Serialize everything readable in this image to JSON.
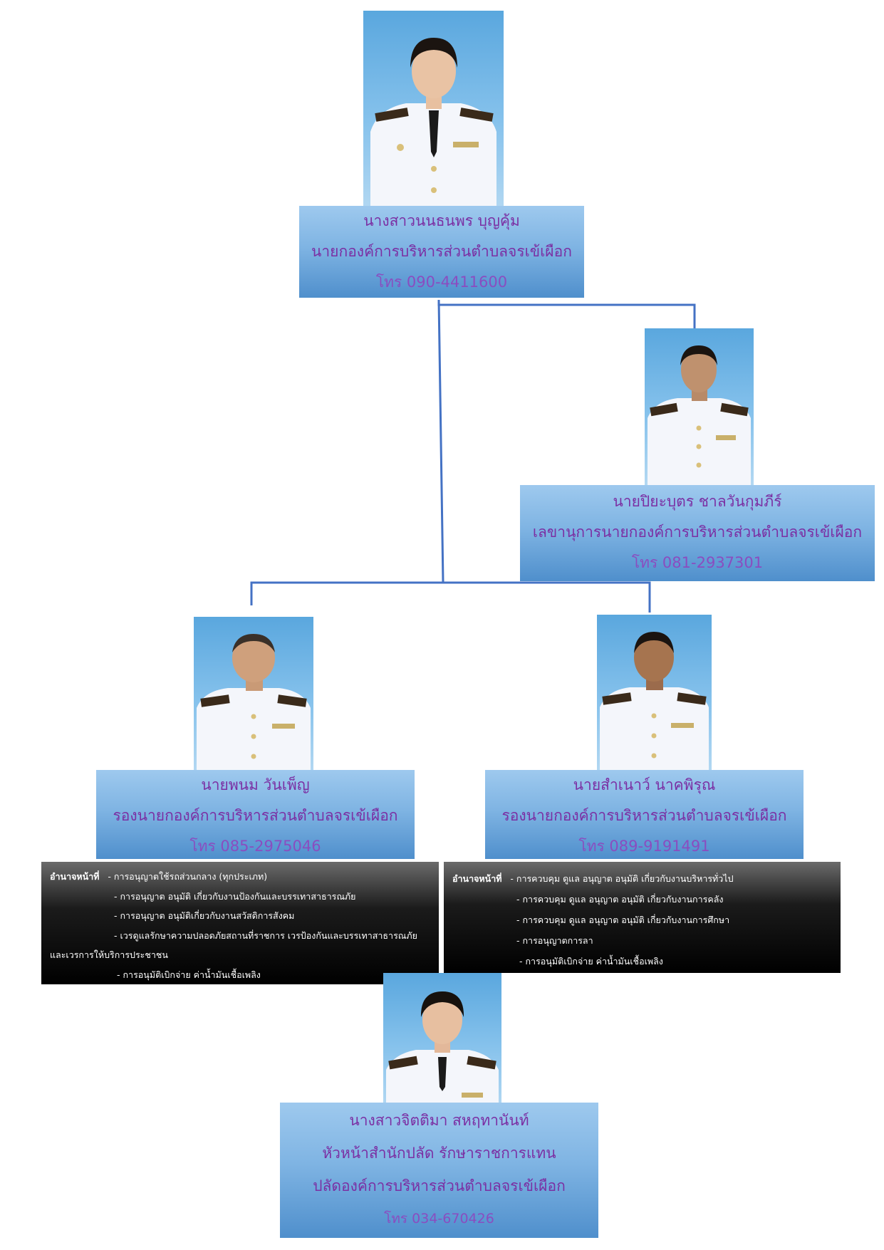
{
  "chief": {
    "name": "นางสาวนนธนพร บุญคุ้ม",
    "position": "นายกองค์การบริหารส่วนตำบลจรเข้เผือก",
    "phone": "โทร 090-4411600"
  },
  "secretary": {
    "name": "นายปิยะบุตร ชาลวันกุมภีร์",
    "position": "เลขานุการนายกองค์การบริหารส่วนตำบลจรเข้เผือก",
    "phone": "โทร 081-2937301"
  },
  "deputy_left": {
    "name": "นายพนม วันเพ็ญ",
    "position": "รองนายกองค์การบริหารส่วนตำบลจรเข้เผือก",
    "phone": "โทร 085-2975046",
    "duties_heading": "อำนาจหน้าที่",
    "duties": [
      "- การอนุญาตใช้รถส่วนกลาง (ทุกประเภท)",
      "- การอนุญาต อนุมัติ เกี่ยวกับงานป้องกันและบรรเทาสาธารณภัย",
      "- การอนุญาต อนุมัติเกี่ยวกับงานสวัสดิการสังคม",
      "- เวรดูแลรักษาความปลอดภัยสถานที่ราชการ เวรป้องกันและบรรเทาสาธารณภัย",
      "และเวรการให้บริการประชาชน",
      "- การอนุมัติเบิกจ่าย ค่าน้ำมันเชื้อเพลิง"
    ]
  },
  "deputy_right": {
    "name": "นายสำเนาว์ นาคพิรุณ",
    "position": "รองนายกองค์การบริหารส่วนตำบลจรเข้เผือก",
    "phone": "โทร 089-9191491",
    "duties_heading": "อำนาจหน้าที่",
    "duties": [
      "- การควบคุม ดูแล อนุญาต อนุมัติ เกี่ยวกับงานบริหารทั่วไป",
      "- การควบคุม ดูแล อนุญาต อนุมัติ เกี่ยวกับงานการคลัง",
      "- การควบคุม ดูแล อนุญาต อนุมัติ เกี่ยวกับงานการศึกษา",
      "- การอนุญาตการลา",
      "- การอนุมัติเบิกจ่าย ค่าน้ำมันเชื้อเพลิง"
    ]
  },
  "clerk": {
    "name": "นางสาวจิตติมา สหฤทานันท์",
    "position_line1": "หัวหน้าสำนักปลัด รักษาราชการแทน",
    "position_line2": "ปลัดองค์การบริหารส่วนตำบลจรเข้เผือก",
    "phone": "โทร 034-670426"
  },
  "colors": {
    "connector": "#4472c4",
    "label_text": "#7b2fa3",
    "photo_background": "#6fb6e6"
  }
}
